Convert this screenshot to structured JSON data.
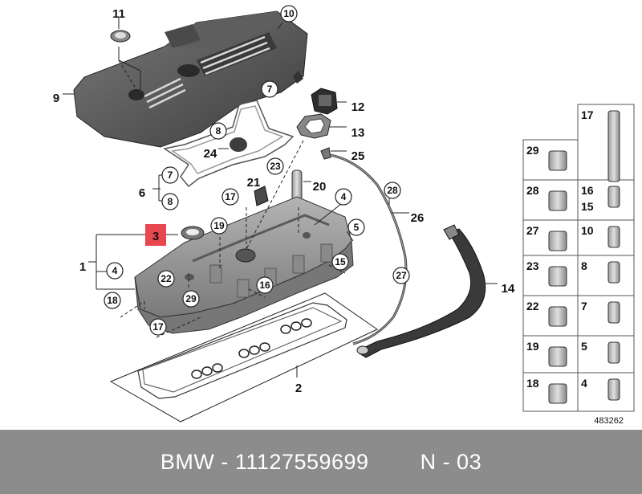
{
  "diagram": {
    "callouts_plain": [
      {
        "name": "callout-11",
        "text": "11"
      },
      {
        "name": "callout-9",
        "text": "9"
      },
      {
        "name": "callout-12",
        "text": "12"
      },
      {
        "name": "callout-13",
        "text": "13"
      },
      {
        "name": "callout-24",
        "text": "24"
      },
      {
        "name": "callout-25",
        "text": "25"
      },
      {
        "name": "callout-21",
        "text": "21"
      },
      {
        "name": "callout-20",
        "text": "20"
      },
      {
        "name": "callout-6",
        "text": "6"
      },
      {
        "name": "callout-26",
        "text": "26"
      },
      {
        "name": "callout-1",
        "text": "1"
      },
      {
        "name": "callout-14",
        "text": "14"
      },
      {
        "name": "callout-2",
        "text": "2"
      }
    ],
    "callouts_circled": [
      {
        "name": "callout-10",
        "text": "10"
      },
      {
        "name": "callout-7a",
        "text": "7"
      },
      {
        "name": "callout-8a",
        "text": "8"
      },
      {
        "name": "callout-7b",
        "text": "7"
      },
      {
        "name": "callout-8b",
        "text": "8"
      },
      {
        "name": "callout-23",
        "text": "23"
      },
      {
        "name": "callout-17a",
        "text": "17"
      },
      {
        "name": "callout-28",
        "text": "28"
      },
      {
        "name": "callout-4a",
        "text": "4"
      },
      {
        "name": "callout-19",
        "text": "19"
      },
      {
        "name": "callout-5",
        "text": "5"
      },
      {
        "name": "callout-15",
        "text": "15"
      },
      {
        "name": "callout-4b",
        "text": "4"
      },
      {
        "name": "callout-22",
        "text": "22"
      },
      {
        "name": "callout-16",
        "text": "16"
      },
      {
        "name": "callout-27",
        "text": "27"
      },
      {
        "name": "callout-18",
        "text": "18"
      },
      {
        "name": "callout-29",
        "text": "29"
      },
      {
        "name": "callout-17b",
        "text": "17"
      }
    ],
    "highlighted_callout": {
      "text": "3",
      "color": "#e8474f"
    },
    "parts_grid": {
      "left_column": [
        "29",
        "28",
        "27",
        "23",
        "22",
        "19",
        "18"
      ],
      "right_column": [
        [
          "17"
        ],
        [
          "16",
          "15"
        ],
        [
          "10"
        ],
        [
          "8"
        ],
        [
          "7"
        ],
        [
          "5"
        ],
        [
          "4"
        ]
      ]
    },
    "diagram_number": "483262"
  },
  "footer": {
    "text": "BMW - 11127559699        N - 03"
  }
}
